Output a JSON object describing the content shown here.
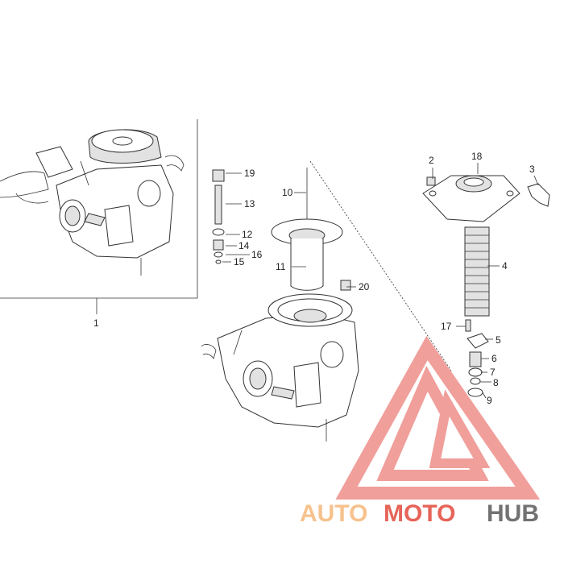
{
  "parts": {
    "p1": "1",
    "p2": "2",
    "p3": "3",
    "p4": "4",
    "p5": "5",
    "p6": "6",
    "p7": "7",
    "p8": "8",
    "p9": "9",
    "p10": "10",
    "p11": "11",
    "p12": "12",
    "p13": "13",
    "p14": "14",
    "p15": "15",
    "p16": "16",
    "p17": "17",
    "p18": "18",
    "p19": "19",
    "p20": "20"
  },
  "watermark": {
    "auto": "AUTO",
    "moto": "MOTO",
    "hub": "HUB",
    "colors": {
      "orange": "#f5b87a",
      "red": "#e24a3c",
      "gray": "#5a5a5a",
      "logo": "#ee8f8a"
    }
  }
}
